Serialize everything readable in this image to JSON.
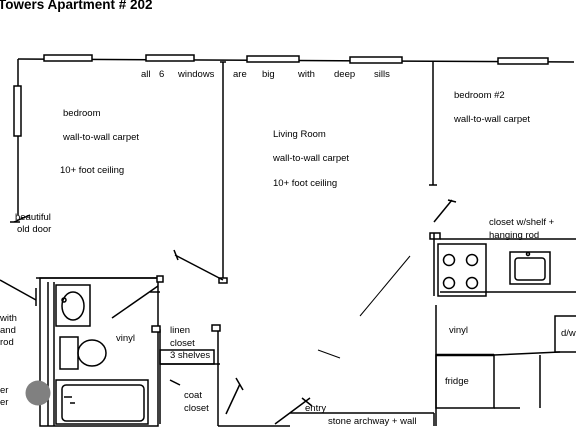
{
  "title": "Towers Apartment # 202",
  "window_note": [
    "all",
    "6",
    "windows",
    "are",
    "big",
    "with",
    "deep",
    "sills"
  ],
  "rooms": {
    "bedroom": {
      "name": "bedroom",
      "floor": "wall-to-wall carpet",
      "ceiling": "10+ foot ceiling"
    },
    "living": {
      "name": "Living Room",
      "floor": "wall-to-wall carpet",
      "ceiling": "10+ foot ceiling"
    },
    "bedroom2": {
      "name": "bedroom #2",
      "floor": "wall-to-wall carpet"
    },
    "bath": {
      "floor": "vinyl"
    },
    "kitchen": {
      "floor": "vinyl"
    }
  },
  "features": {
    "old_door": [
      "beautiful",
      "old door"
    ],
    "left_closet": [
      "with",
      "and",
      "rod"
    ],
    "linen_closet": [
      "linen",
      "closet"
    ],
    "shelves": "3 shelves",
    "coat_closet": [
      "coat",
      "closet"
    ],
    "entry": "entry",
    "archway": "stone archway + wall",
    "kitchen_closet": [
      "closet w/shelf +",
      "hanging rod"
    ],
    "fridge": "fridge",
    "dw": "d/w",
    "heater": [
      "er",
      "er"
    ]
  }
}
